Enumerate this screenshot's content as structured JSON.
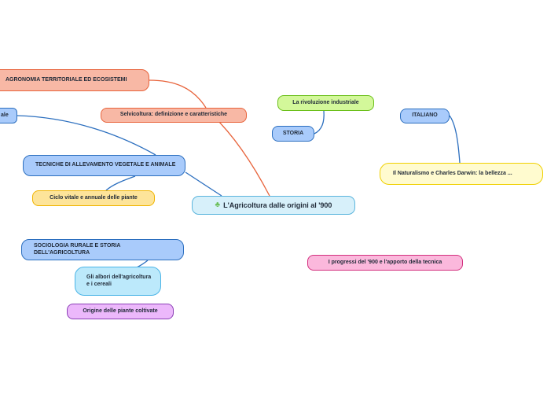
{
  "map": {
    "center": {
      "label": "L'Agricoltura dalle origini al '900",
      "icon": "clover-icon"
    },
    "nodes": {
      "agronomia": "AGRONOMIA TERRITORIALE ED ECOSISTEMI",
      "selvicoltura": "Selvicoltura: definizione e caratteristiche",
      "ale": "ale",
      "tecniche": "TECNICHE DI ALLEVAMENTO VEGETALE E ANIMALE",
      "ciclo": "Ciclo vitale e annuale delle piante",
      "sociologia": "SOCIOLOGIA RURALE E STORIA DELL'AGRICOLTURA",
      "albori": "Gli albori dell'agricoltura e i cereali",
      "origine": "Origine delle piante coltivate",
      "rivoluzione": "La rivoluzione industriale",
      "storia": "STORIA",
      "italiano": "ITALIANO",
      "naturalismo": "Il Naturalismo e Charles Darwin: la bellezza ...",
      "progressi": "I progressi del '900 e l'apporto della tecnica"
    },
    "colors": {
      "orange_line": "#e8643c",
      "blue_line": "#2c6fbf",
      "center_fill": "#d7f0fa",
      "center_border": "#5bb5dd",
      "salmon_fill": "#f8b8a5",
      "salmon_border": "#e8643c",
      "blue_fill": "#a9cbfb",
      "blue_border": "#2c6fbf",
      "yellow_fill": "#fde49a",
      "yellow_border": "#f0b400",
      "lightyellow_fill": "#fffbcf",
      "lightyellow_border": "#f0d000",
      "green_fill": "#d3f89a",
      "green_border": "#6bbf1a",
      "cyan_fill": "#bce9fb",
      "cyan_border": "#4bb4e6",
      "violet_fill": "#ecb8fb",
      "violet_border": "#8a3fb5",
      "pink_fill": "#fbb8dc",
      "pink_border": "#d2307e"
    }
  }
}
